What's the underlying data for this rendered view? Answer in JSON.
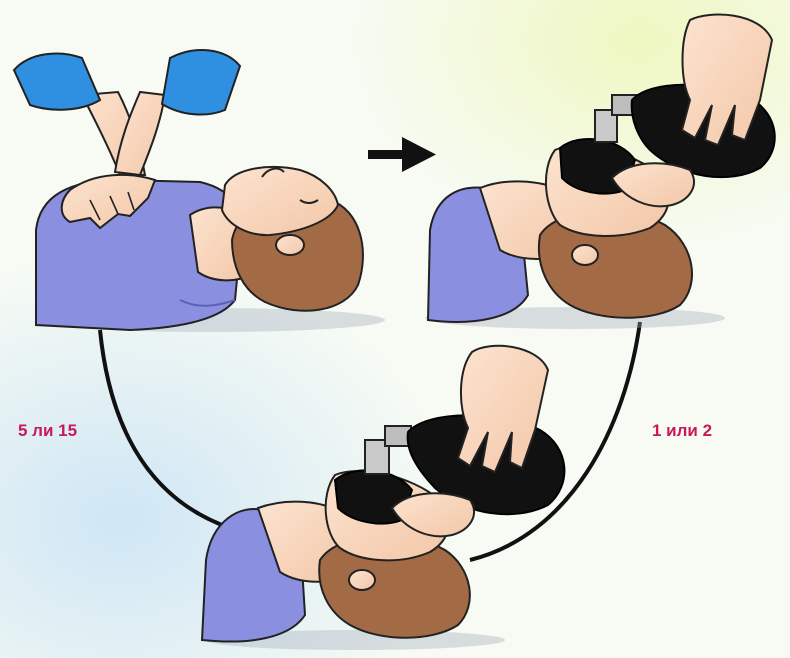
{
  "diagram": {
    "cycle_labels": {
      "compressions": "5 ли 15",
      "ventilations": "1 или 2"
    },
    "scenes": [
      {
        "id": "chest-compression",
        "icon": "hands-on-chest"
      },
      {
        "id": "bag-ventilation-top",
        "icon": "ambu-bag"
      },
      {
        "id": "bag-ventilation-bottom",
        "icon": "ambu-bag"
      }
    ],
    "arrow": "right-arrow",
    "colors": {
      "label": "#c8195a",
      "shirt": "#8a8fe0",
      "skin": "#f9d7bd",
      "hair": "#a26a45",
      "sleeve": "#2f8fe0",
      "bag": "#111111",
      "cycle_line": "#111111"
    }
  }
}
